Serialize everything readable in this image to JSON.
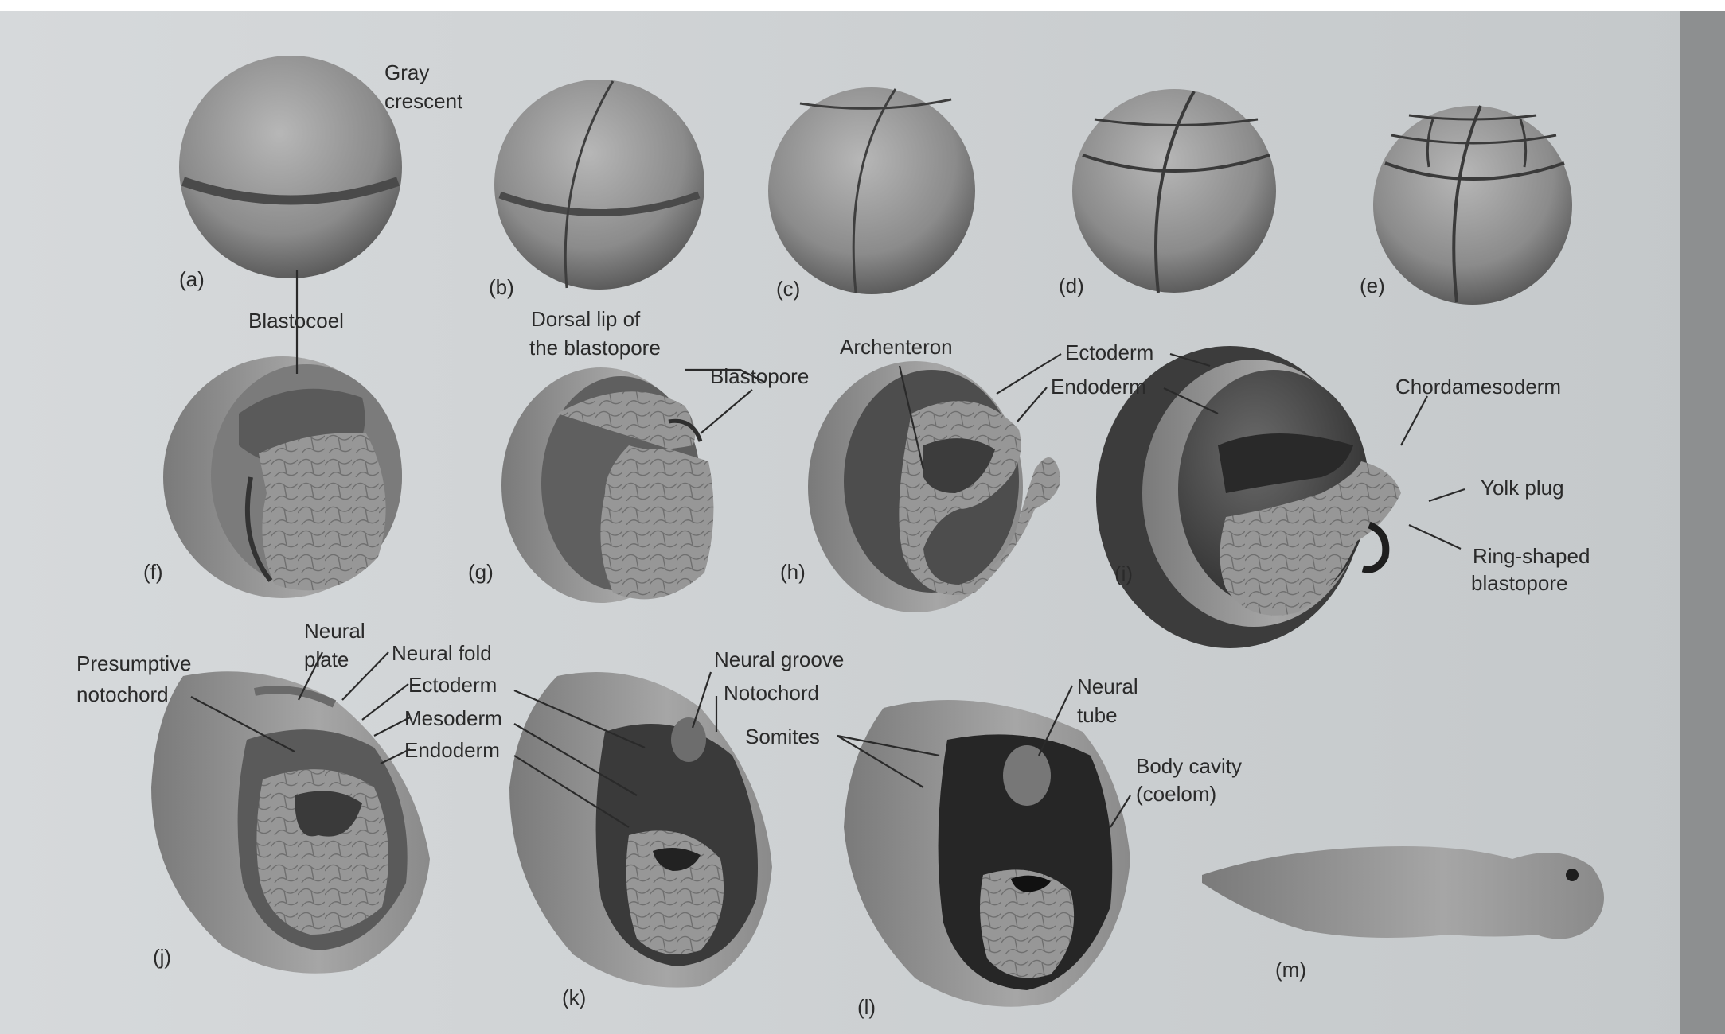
{
  "panels": {
    "a": "(a)",
    "b": "(b)",
    "c": "(c)",
    "d": "(d)",
    "e": "(e)",
    "f": "(f)",
    "g": "(g)",
    "h": "(h)",
    "i": "(i)",
    "j": "(j)",
    "k": "(k)",
    "l": "(l)",
    "m": "(m)"
  },
  "labels": {
    "gray_crescent": [
      "Gray",
      "crescent"
    ],
    "blastocoel": "Blastocoel",
    "dorsal_lip": [
      "Dorsal lip of",
      "the blastopore"
    ],
    "blastopore": "Blastopore",
    "archenteron": "Archenteron",
    "ectoderm_h": "Ectoderm",
    "endoderm_h": "Endoderm",
    "chordamesoderm": "Chordamesoderm",
    "yolk_plug": "Yolk plug",
    "ring_blastopore": [
      "Ring-shaped",
      "blastopore"
    ],
    "presumptive_notochord": [
      "Presumptive",
      "notochord"
    ],
    "neural_plate": [
      "Neural",
      "plate"
    ],
    "neural_fold": "Neural fold",
    "ectoderm_j": "Ectoderm",
    "mesoderm_j": "Mesoderm",
    "endoderm_j": "Endoderm",
    "neural_groove": "Neural groove",
    "notochord": "Notochord",
    "somites": "Somites",
    "neural_tube": [
      "Neural",
      "tube"
    ],
    "body_cavity": [
      "Body cavity",
      "(coelom)"
    ]
  },
  "colors": {
    "page": "#c8ccce",
    "embryo_light": "#a4a4a4",
    "embryo_dark": "#3a3a3a",
    "yolk": "#8f8f8f",
    "text": "#2a2a2a"
  }
}
